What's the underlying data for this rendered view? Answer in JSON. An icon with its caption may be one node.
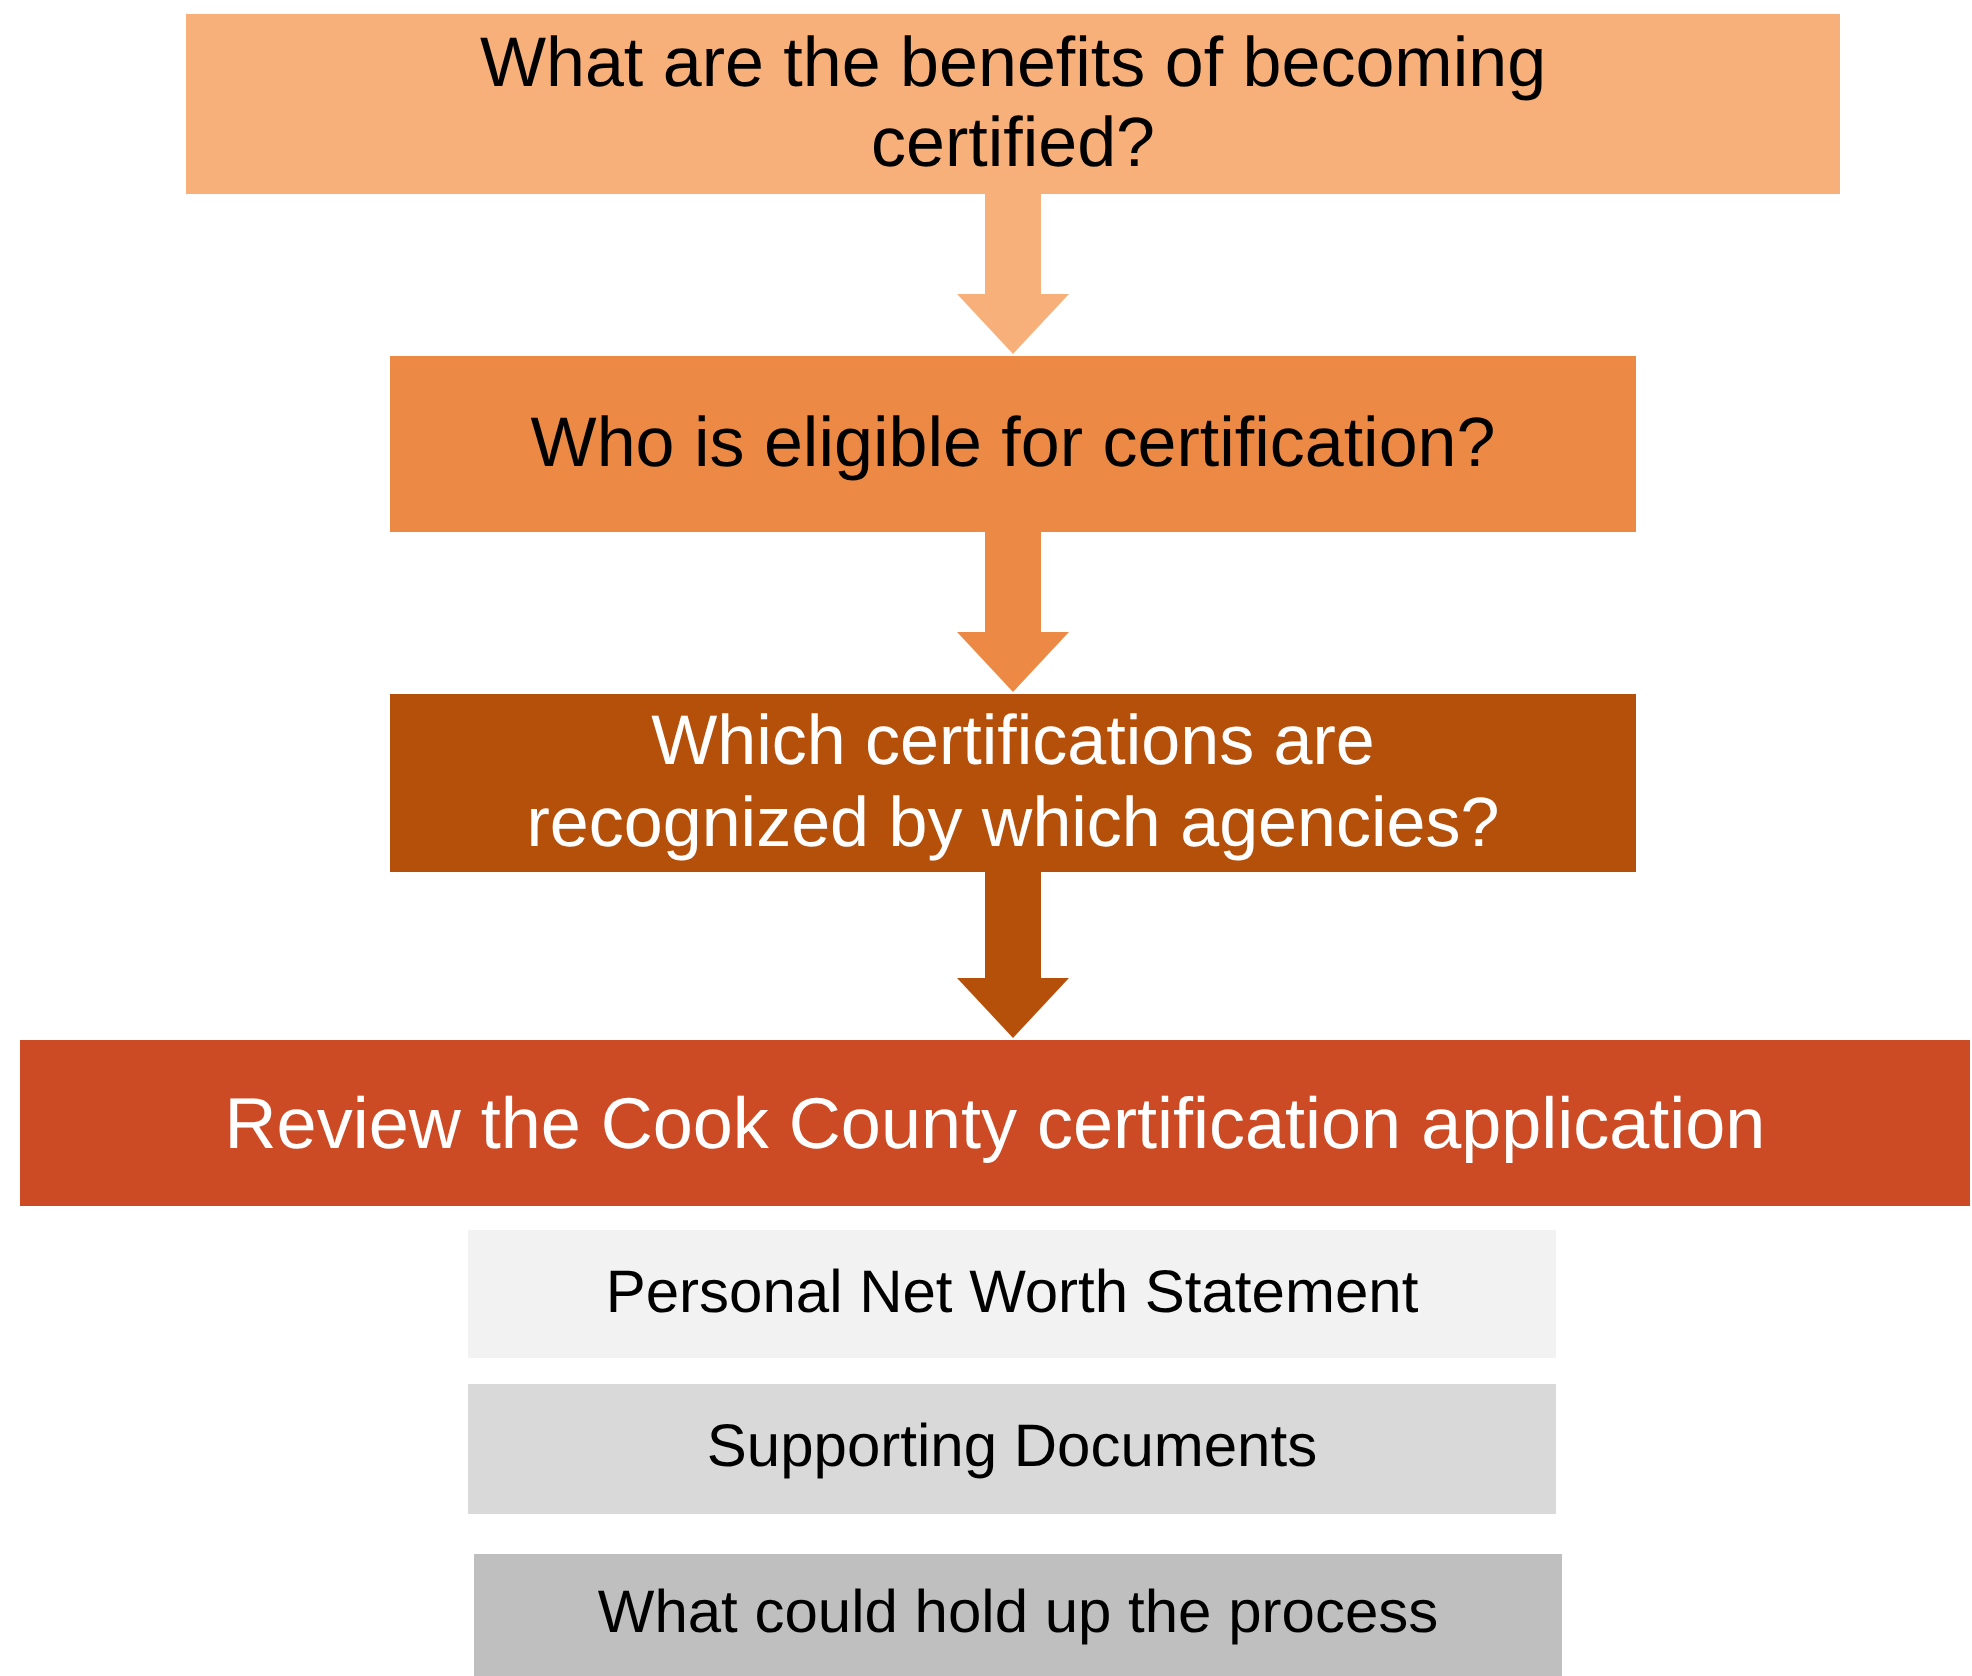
{
  "diagram": {
    "nodes": [
      {
        "text": [
          "What are the benefits of becoming certified?"
        ]
      },
      {
        "text": [
          "Who is eligible for certification?"
        ]
      },
      {
        "text": [
          "Which certifications are recognized by which agencies?"
        ]
      },
      {
        "text": [
          "Review the Cook County certification application"
        ]
      },
      {
        "text": [
          "Personal Net Worth Statement"
        ]
      },
      {
        "text": [
          "Supporting Documents"
        ]
      },
      {
        "text": [
          "What could hold up the process"
        ]
      }
    ],
    "edges": [
      {
        "from": 0,
        "to": 1,
        "arrow": "to",
        "color": "#f8b07a"
      },
      {
        "from": 1,
        "to": 2,
        "arrow": "to",
        "color": "#ec8a45"
      },
      {
        "from": 2,
        "to": 3,
        "arrow": "to",
        "color": "#b5500b"
      }
    ]
  }
}
